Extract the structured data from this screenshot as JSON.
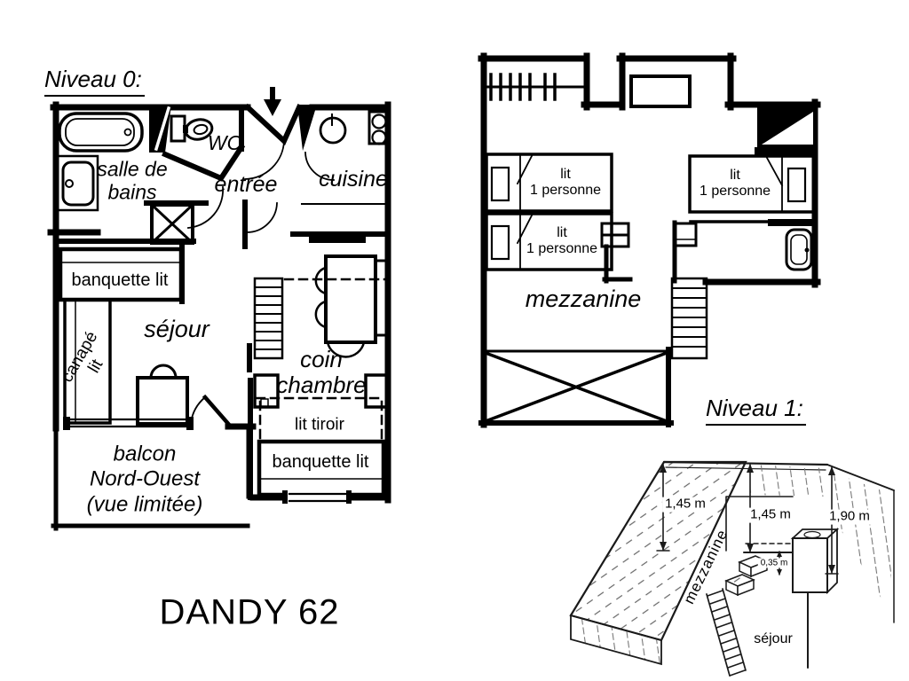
{
  "title": "DANDY 62",
  "niveau0": {
    "label": "Niveau 0:",
    "rooms": {
      "salle_de_bains": {
        "line1": "salle de",
        "line2": "bains"
      },
      "wc": "WC",
      "entree": "entrée",
      "cuisine": "cuisine",
      "sejour": "séjour",
      "coin_chambre": {
        "line1": "coin",
        "line2": "chambre"
      },
      "balcon": {
        "line1": "balcon",
        "line2": "Nord-Ouest",
        "line3": "(vue limitée)"
      }
    },
    "furniture": {
      "banquette_top": "banquette lit",
      "canape": {
        "line1": "canapé",
        "line2": "lit"
      },
      "lit_tiroir": "lit tiroir",
      "banquette_bottom": "banquette lit"
    }
  },
  "niveau1": {
    "label": "Niveau 1:",
    "room": "mezzanine",
    "beds": {
      "bed1": {
        "line1": "lit",
        "line2": "1 personne"
      },
      "bed2": {
        "line1": "lit",
        "line2": "1 personne"
      },
      "bed3": {
        "line1": "lit",
        "line2": "1 personne"
      }
    }
  },
  "perspective": {
    "dim_left": "1,45 m",
    "dim_center": "1,45 m",
    "dim_right": "1,90 m",
    "dim_steps": "0,35 m",
    "mezzanine": "mezzanine",
    "sejour": "séjour"
  },
  "colors": {
    "ink": "#000000",
    "background": "#ffffff"
  }
}
